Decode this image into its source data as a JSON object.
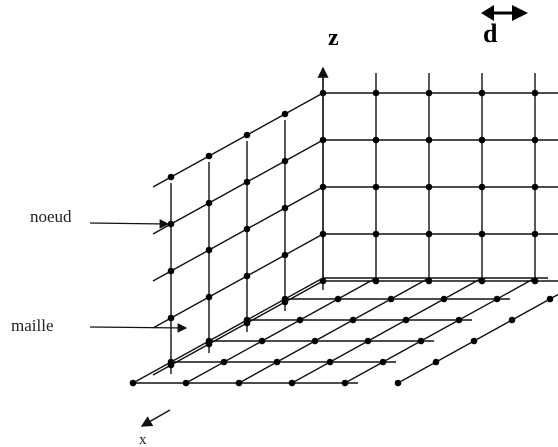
{
  "labels": {
    "z_axis": "z",
    "x_axis": "x",
    "spacing": "d",
    "node": "noeud",
    "cell": "maille"
  },
  "colors": {
    "ink": "#111111",
    "background": "#ffffff"
  }
}
